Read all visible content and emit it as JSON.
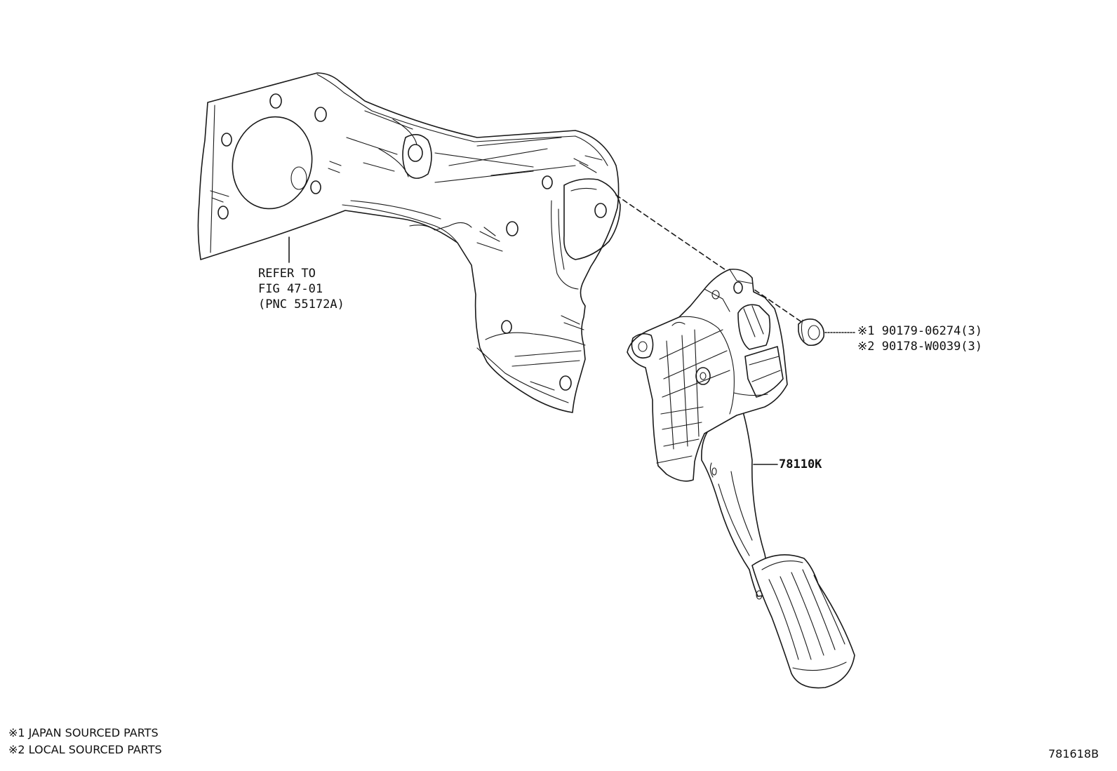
{
  "callouts": {
    "refer_line1": "REFER TO",
    "refer_line2": "FIG 47-01",
    "refer_line3": "(PNC 55172A)",
    "nut_part1": "※1 90179-06274(3)",
    "nut_part2": "※2 90178-W0039(3)",
    "pedal_part": "78110K"
  },
  "legend": {
    "note1": "※1 JAPAN SOURCED PARTS",
    "note2": "※2 LOCAL SOURCED PARTS"
  },
  "illustration_code": "781618B",
  "colors": {
    "line": "#1a1a1a",
    "background": "#ffffff"
  }
}
